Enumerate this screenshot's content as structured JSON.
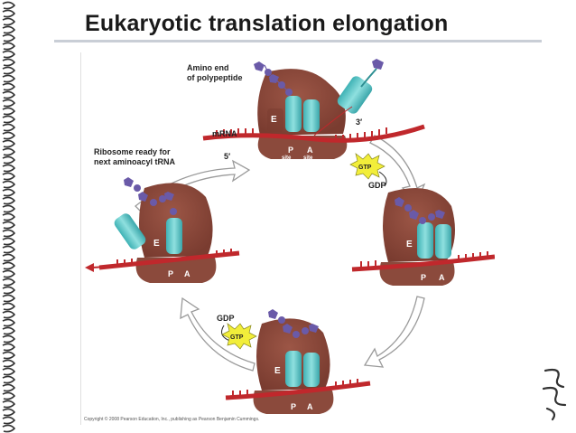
{
  "slide": {
    "title": "Eukaryotic translation elongation"
  },
  "figure": {
    "label_amino_end": [
      "Amino end",
      "of polypeptide"
    ],
    "label_mrna": "mRNA",
    "label_three_prime": "3′",
    "label_five_prime": "5′",
    "label_ready": [
      "Ribosome ready for",
      "next aminoacyl tRNA"
    ],
    "label_gtp": "GTP",
    "label_gdp": "GDP",
    "label_e": "E",
    "label_p": "P",
    "label_a": "A",
    "label_site": "site",
    "copyright": "Copyright © 2008 Pearson Education, Inc., publishing as Pearson Benjamin Cummings."
  },
  "colors": {
    "ribosome": "#8b4a3c",
    "ribosome_dark": "#6e3327",
    "trna": "#5cc6c6",
    "trna_dark": "#2e8f93",
    "mrna": "#c0282c",
    "amino_acid": "#6a5aa8",
    "gtp_burst": "#f2ee3a",
    "arrow_fill": "#ffffff",
    "arrow_stroke": "#9a9a9a"
  },
  "icons": {
    "logo": "spiral-logo-icon",
    "binding": "spiral-binding-icon"
  }
}
